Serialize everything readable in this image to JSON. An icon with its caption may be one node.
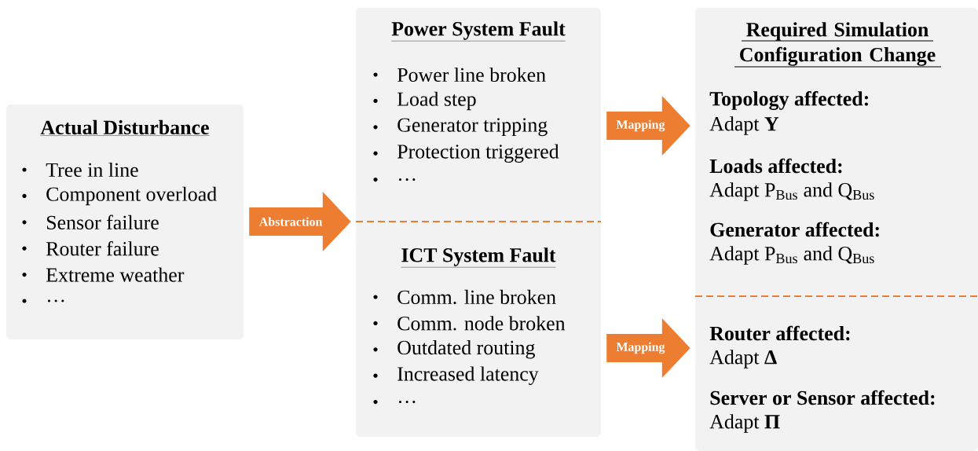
{
  "diagram": {
    "nodes": [
      {
        "text": [
          "Actual Disturbance",
          "Tree in line",
          "Component overload",
          "Sensor failure",
          "Router failure",
          "Extreme weather",
          "…"
        ]
      },
      {
        "text": [],
        "shape": "box"
      },
      {
        "text": [
          "Power System Fault",
          "Power line broken",
          "Load step",
          "Generator tripping",
          "Protection triggered",
          "…"
        ],
        "in": 1
      },
      {
        "text": [
          "ICT System Fault",
          "Comm. line broken",
          "Comm. node broken",
          "Outdated routing",
          "Increased latency",
          "…"
        ],
        "in": 1
      },
      {
        "text": [
          "Required Simulation Configuration Change"
        ]
      },
      {
        "text": [
          "Topology affected:",
          "Adapt **Y**",
          "Loads affected:",
          "Adapt P$_{Bus}$ and Q$_{Bus}$",
          "Generator affected:",
          "Adapt P$_{Bus}$ and Q$_{Bus}$"
        ],
        "in": 4
      },
      {
        "text": [
          "Router affected:",
          "Adapt **Δ**",
          "Server or Sensor affected:",
          "Adapt **Π**"
        ],
        "in": 4
      }
    ],
    "edges": [
      {
        "from": 0,
        "to": 1,
        "arrow": "to",
        "label": "Abstraction"
      },
      {
        "from": 2,
        "to": 5,
        "arrow": "to",
        "label": "Mapping"
      },
      {
        "from": 3,
        "to": 6,
        "arrow": "to",
        "label": "Mapping"
      }
    ]
  }
}
